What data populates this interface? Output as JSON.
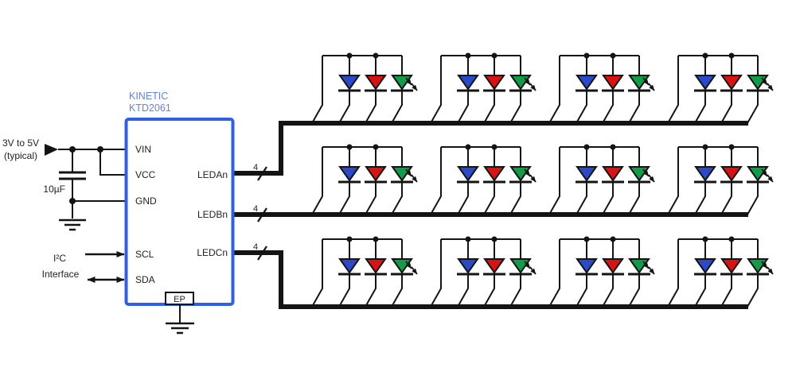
{
  "ic": {
    "vendor": "KINETIC",
    "part": "KTD2061",
    "pins": {
      "vin": "VIN",
      "vcc": "VCC",
      "gnd": "GND",
      "scl": "SCL",
      "sda": "SDA",
      "leda": "LEDAn",
      "ledb": "LEDBn",
      "ledc": "LEDCn"
    },
    "exposed_pad": "EP"
  },
  "power": {
    "source_line1": "3V to 5V",
    "source_line2": "(typical)",
    "capacitor_value": "10µF"
  },
  "i2c": {
    "label_line1": "I²C",
    "label_line2": "Interface"
  },
  "bus": {
    "width_label": "4"
  },
  "led_array": {
    "rows": [
      {
        "bus": "LEDAn",
        "groups": 4,
        "leds_per_group": [
          "blue",
          "red",
          "green"
        ]
      },
      {
        "bus": "LEDBn",
        "groups": 4,
        "leds_per_group": [
          "blue",
          "red",
          "green"
        ]
      },
      {
        "bus": "LEDCn",
        "groups": 4,
        "leds_per_group": [
          "blue",
          "red",
          "green"
        ]
      }
    ]
  },
  "colors": {
    "led-blue": "#2B49C8",
    "led-red": "#DA1212",
    "led-green": "#129B48",
    "ic-border": "#2F5FE3",
    "ic-title": "#6382D8",
    "wire": "#141414"
  }
}
